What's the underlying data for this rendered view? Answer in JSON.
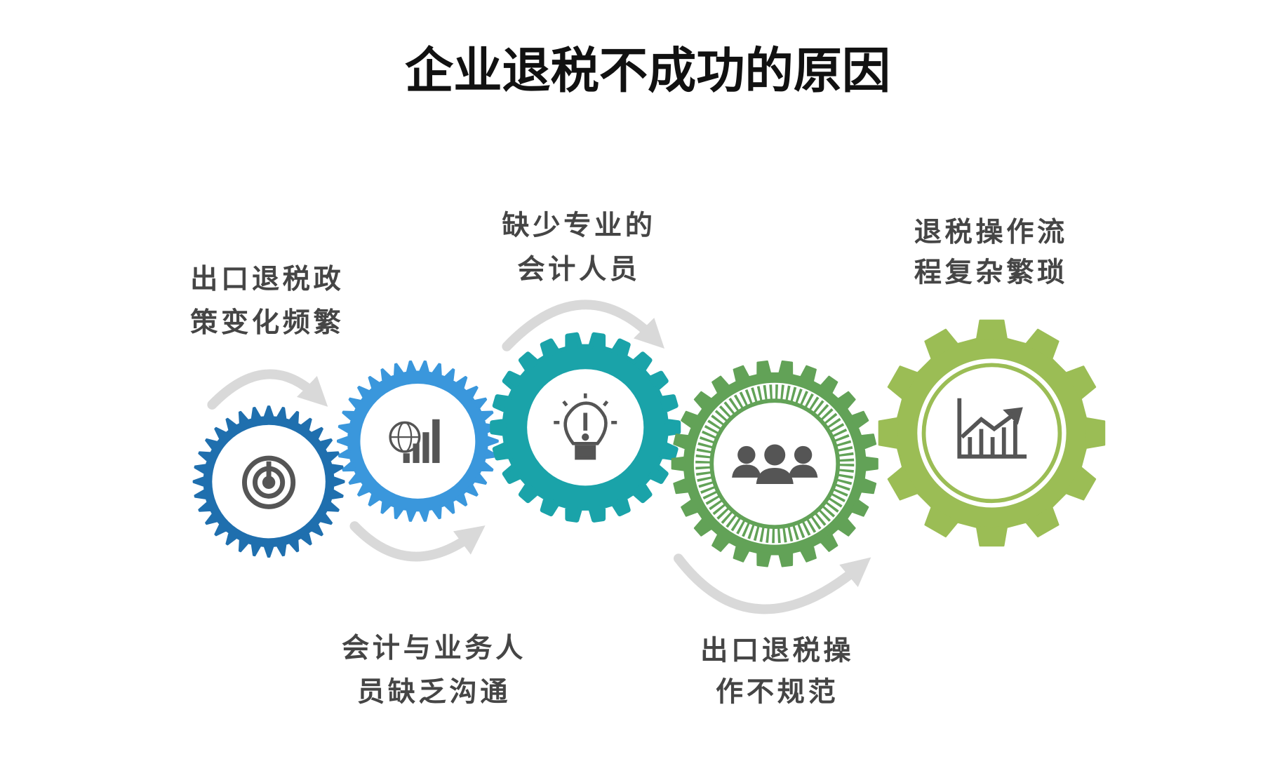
{
  "title": "企业退税不成功的原因",
  "colors": {
    "gear1": "#1f6fae",
    "gear2": "#3a97dc",
    "gear3": "#1aa3a9",
    "gear4": "#62a257",
    "gear5": "#9bbd55",
    "arrow": "#d9d9d9",
    "icon": "#555555",
    "label": "#454545"
  },
  "reasons": [
    {
      "lines": [
        "出口退税政",
        "策变化频繁"
      ],
      "icon": "target-icon"
    },
    {
      "lines": [
        "会计与业务人",
        "员缺乏沟通"
      ],
      "icon": "globe-bar-chart-icon"
    },
    {
      "lines": [
        "缺少专业的",
        "会计人员"
      ],
      "icon": "lightbulb-icon"
    },
    {
      "lines": [
        "出口退税操",
        "作不规范"
      ],
      "icon": "team-icon"
    },
    {
      "lines": [
        "退税操作流",
        "程复杂繁琐"
      ],
      "icon": "growth-chart-icon"
    }
  ]
}
